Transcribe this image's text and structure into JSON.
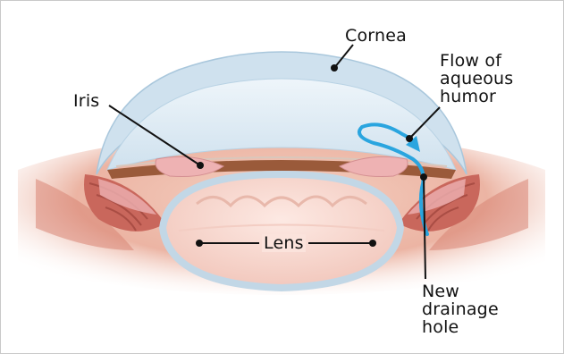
{
  "labels": {
    "cornea": "Cornea",
    "flow": "Flow of\naqueous\nhumor",
    "iris": "Iris",
    "lens": "Lens",
    "drainage": "New\ndrainage\nhole"
  },
  "colors": {
    "cornea_fill": "#dbe9f2",
    "cornea_edge": "#a9c7dc",
    "iris_pink": "#eeb2b3",
    "iris_brown": "#9a5a3a",
    "ciliary_red": "#c9675c",
    "lens_fill": "#f8dcd4",
    "lens_capsule": "#c2d7e6",
    "flow_arrow": "#2aa5df",
    "leader_line": "#111111"
  }
}
